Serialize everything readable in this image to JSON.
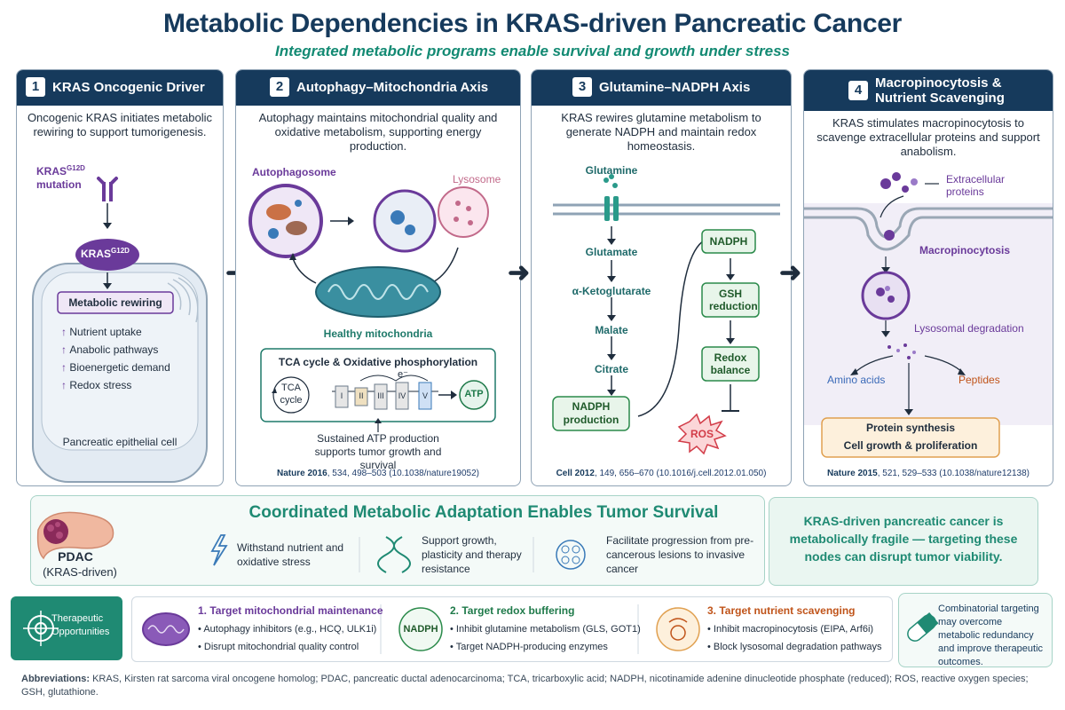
{
  "header": {
    "title": "Metabolic Dependencies in KRAS-driven Pancreatic Cancer",
    "subtitle": "Integrated metabolic programs enable survival and growth under stress"
  },
  "panels": [
    {
      "num": "1",
      "title": "KRAS Oncogenic Driver",
      "desc": "Oncogenic KRAS initiates metabolic rewiring to support tumorigenesis.",
      "mutation_label": "KRAS",
      "mutation_sup": "G12D",
      "mutation_word": "mutation",
      "node_label": "KRAS",
      "node_sup": "G12D",
      "rewiring": "Metabolic rewiring",
      "effects": [
        "Nutrient uptake",
        "Anabolic pathways",
        "Bioenergetic demand",
        "Redox stress"
      ],
      "cell_label": "Pancreatic epithelial cell"
    },
    {
      "num": "2",
      "title": "Autophagy–Mitochondria Axis",
      "desc": "Autophagy maintains mitochondrial quality and oxidative metabolism, supporting energy production.",
      "autophagosome": "Autophagosome",
      "lysosome": "Lysosome",
      "mito_label": "Healthy mitochondria",
      "tca_box_title": "TCA cycle & Oxidative phosphorylation",
      "tca": "TCA",
      "cycle": "cycle",
      "electron": "e⁻",
      "complexes": [
        "I",
        "II",
        "III",
        "IV",
        "V"
      ],
      "atp": "ATP",
      "footer": "Sustained ATP production supports tumor growth and survival",
      "cite_journal": "Nature 2016",
      "cite_rest": ", 534, 498–503 (10.1038/nature19052)"
    },
    {
      "num": "3",
      "title": "Glutamine–NADPH Axis",
      "desc": "KRAS rewires glutamine metabolism to generate NADPH and maintain redox homeostasis.",
      "chain": [
        "Glutamine",
        "Glutamate",
        "α-Ketoglutarate",
        "Malate",
        "Citrate"
      ],
      "nadph_production": "NADPH production",
      "nadph": "NADPH",
      "gsh": "GSH reduction",
      "redox": "Redox balance",
      "ros": "ROS",
      "cite_journal": "Cell 2012",
      "cite_rest": ", 149, 656–670 (10.1016/j.cell.2012.01.050)"
    },
    {
      "num": "4",
      "title": "Macropinocytosis & Nutrient Scavenging",
      "title_line1": "Macropinocytosis &",
      "title_line2": "Nutrient Scavenging",
      "desc": "KRAS stimulates macropinocytosis to scavenge extracellular proteins and support anabolism.",
      "extracellular": "Extracellular proteins",
      "macro": "Macropinocytosis",
      "lyso": "Lysosomal degradation",
      "amino": "Amino acids",
      "peptides": "Peptides",
      "synth1": "Protein synthesis",
      "synth2": "Cell growth & proliferation",
      "cite_journal": "Nature 2015",
      "cite_rest": ", 521, 529–533 (10.1038/nature12138)"
    }
  ],
  "adaptation": {
    "pdac1": "PDAC",
    "pdac2": "(KRAS-driven)",
    "title": "Coordinated Metabolic Adaptation Enables Tumor Survival",
    "items": [
      "Withstand nutrient and oxidative stress",
      "Support growth, plasticity and therapy resistance",
      "Facilitate progression from pre-cancerous lesions to invasive cancer"
    ],
    "fragile": "KRAS-driven pancreatic cancer is metabolically fragile — targeting these nodes can disrupt tumor viability."
  },
  "therapeutic": {
    "label": "Therapeutic Opportunities",
    "targets": [
      {
        "title": "1. Target mitochondrial maintenance",
        "bullets": [
          "Autophagy inhibitors (e.g., HCQ, ULK1i)",
          "Disrupt mitochondrial quality control"
        ],
        "color": "#6a3a9a"
      },
      {
        "title": "2. Target redox buffering",
        "icon_text": "NADPH",
        "bullets": [
          "Inhibit glutamine metabolism (GLS, GOT1)",
          "Target NADPH-producing enzymes"
        ],
        "color": "#1f7a4a"
      },
      {
        "title": "3. Target nutrient scavenging",
        "bullets": [
          "Inhibit macropinocytosis (EIPA, Arf6i)",
          "Block lysosomal degradation pathways"
        ],
        "color": "#c0541a"
      }
    ],
    "combo": "Combinatorial targeting may overcome metabolic redundancy and improve therapeutic outcomes."
  },
  "abbreviations": {
    "label": "Abbreviations:",
    "text": " KRAS, Kirsten rat sarcoma viral oncogene homolog; PDAC, pancreatic ductal adenocarcinoma; TCA, tricarboxylic acid; NADPH, nicotinamide adenine dinucleotide phosphate (reduced); ROS, reactive oxygen species; GSH, glutathione."
  }
}
